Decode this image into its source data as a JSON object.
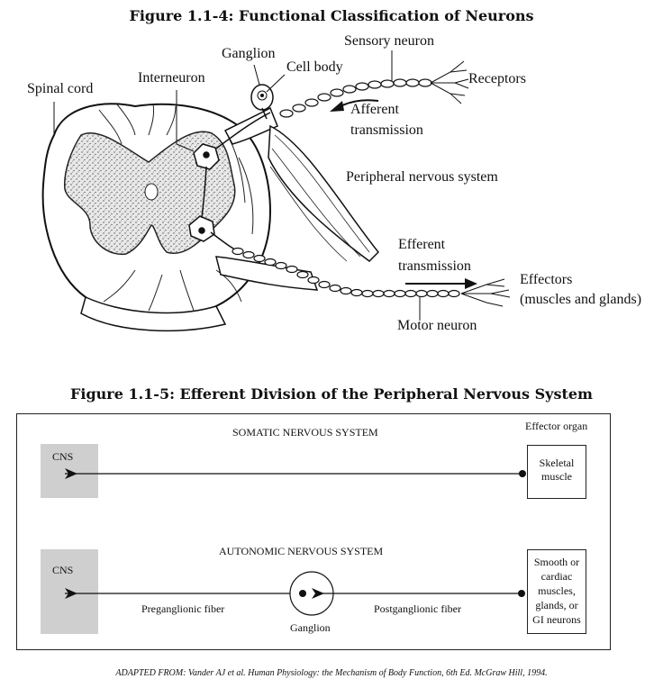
{
  "fig1": {
    "title": "Figure 1.1-4: Functional Classification of Neurons",
    "labels": {
      "spinal_cord": "Spinal cord",
      "interneuron": "Interneuron",
      "ganglion": "Ganglion",
      "cell_body": "Cell body",
      "sensory_neuron": "Sensory neuron",
      "receptors": "Receptors",
      "afferent_1": "Afferent",
      "afferent_2": "transmission",
      "pns": "Peripheral nervous system",
      "efferent_1": "Efferent",
      "efferent_2": "transmission",
      "effectors_1": "Effectors",
      "effectors_2": "(muscles and glands)",
      "motor_neuron": "Motor neuron"
    }
  },
  "fig2": {
    "title": "Figure 1.1-5: Efferent Division of the Peripheral Nervous System",
    "effector_organ": "Effector organ",
    "somatic": {
      "heading": "SOMATIC NERVOUS SYSTEM",
      "cns": "CNS",
      "target": "Skeletal muscle"
    },
    "autonomic": {
      "heading": "AUTONOMIC NERVOUS SYSTEM",
      "cns": "CNS",
      "pre": "Preganglionic fiber",
      "ganglion": "Ganglion",
      "post": "Postganglionic fiber",
      "target": "Smooth or cardiac muscles, glands, or GI neurons"
    }
  },
  "caption": "ADAPTED FROM: Vander AJ et al. Human Physiology: the Mechanism of Body Function, 6th Ed. McGraw Hill, 1994."
}
